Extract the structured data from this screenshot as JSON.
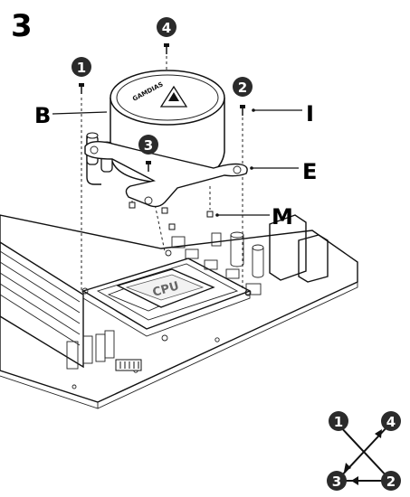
{
  "step_number": "3",
  "callouts": {
    "b": "B",
    "i": "I",
    "e": "E",
    "m": "M"
  },
  "screw_markers": [
    "1",
    "2",
    "3",
    "4"
  ],
  "cpu_label": "CPU",
  "pump_brand": "GAMDIAS",
  "order_diagram": {
    "nodes": [
      "1",
      "4",
      "3",
      "2"
    ]
  },
  "colors": {
    "ink": "#111111",
    "marker_fill": "#2b2b2b",
    "paper": "#ffffff"
  }
}
